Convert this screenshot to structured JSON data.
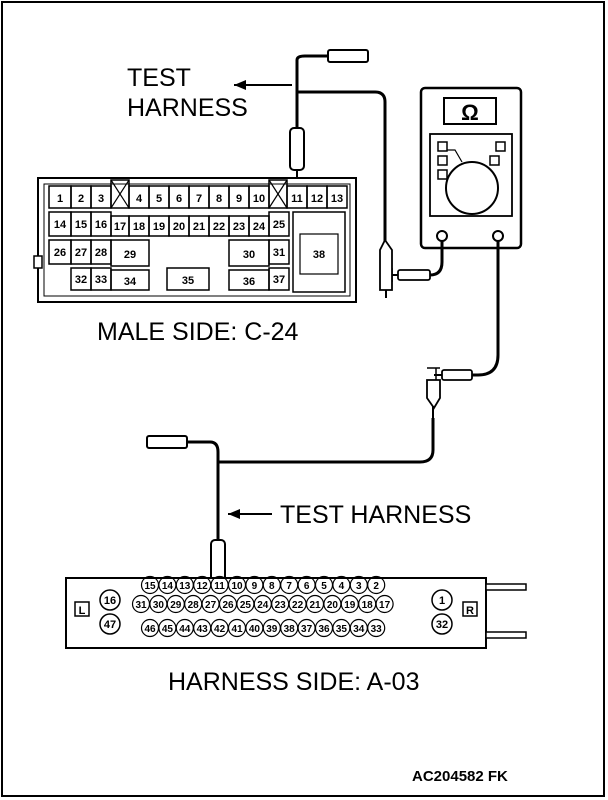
{
  "labels": {
    "test_harness_top_1": "TEST",
    "test_harness_top_2": "HARNESS",
    "male_side": "MALE SIDE: C-24",
    "test_harness_bottom": "TEST HARNESS",
    "harness_side": "HARNESS SIDE: A-03",
    "figure_code": "AC204582 FK"
  },
  "meter": {
    "symbol": "Ω"
  },
  "male_connector": {
    "row1": [
      "1",
      "2",
      "3",
      "4",
      "5",
      "6",
      "7",
      "8",
      "9",
      "10",
      "11",
      "12",
      "13"
    ],
    "row2": [
      "14",
      "15",
      "16",
      "17",
      "18",
      "19",
      "20",
      "21",
      "22",
      "23",
      "24",
      "25"
    ],
    "row3": [
      "26",
      "27",
      "28",
      "29",
      "30",
      "31",
      "38"
    ],
    "row4": [
      "32",
      "33",
      "34",
      "35",
      "36",
      "37"
    ]
  },
  "harness_connector": {
    "left_marker": "L",
    "right_marker": "R",
    "left_pins": [
      "16",
      "47"
    ],
    "right_pins": [
      "1",
      "32"
    ],
    "row1": [
      "15",
      "14",
      "13",
      "12",
      "11",
      "10",
      "9",
      "8",
      "7",
      "6",
      "5",
      "4",
      "3",
      "2"
    ],
    "row2": [
      "31",
      "30",
      "29",
      "28",
      "27",
      "26",
      "25",
      "24",
      "23",
      "22",
      "21",
      "20",
      "19",
      "18",
      "17"
    ],
    "row3": [
      "46",
      "45",
      "44",
      "43",
      "42",
      "41",
      "40",
      "39",
      "38",
      "37",
      "36",
      "35",
      "34",
      "33"
    ]
  }
}
